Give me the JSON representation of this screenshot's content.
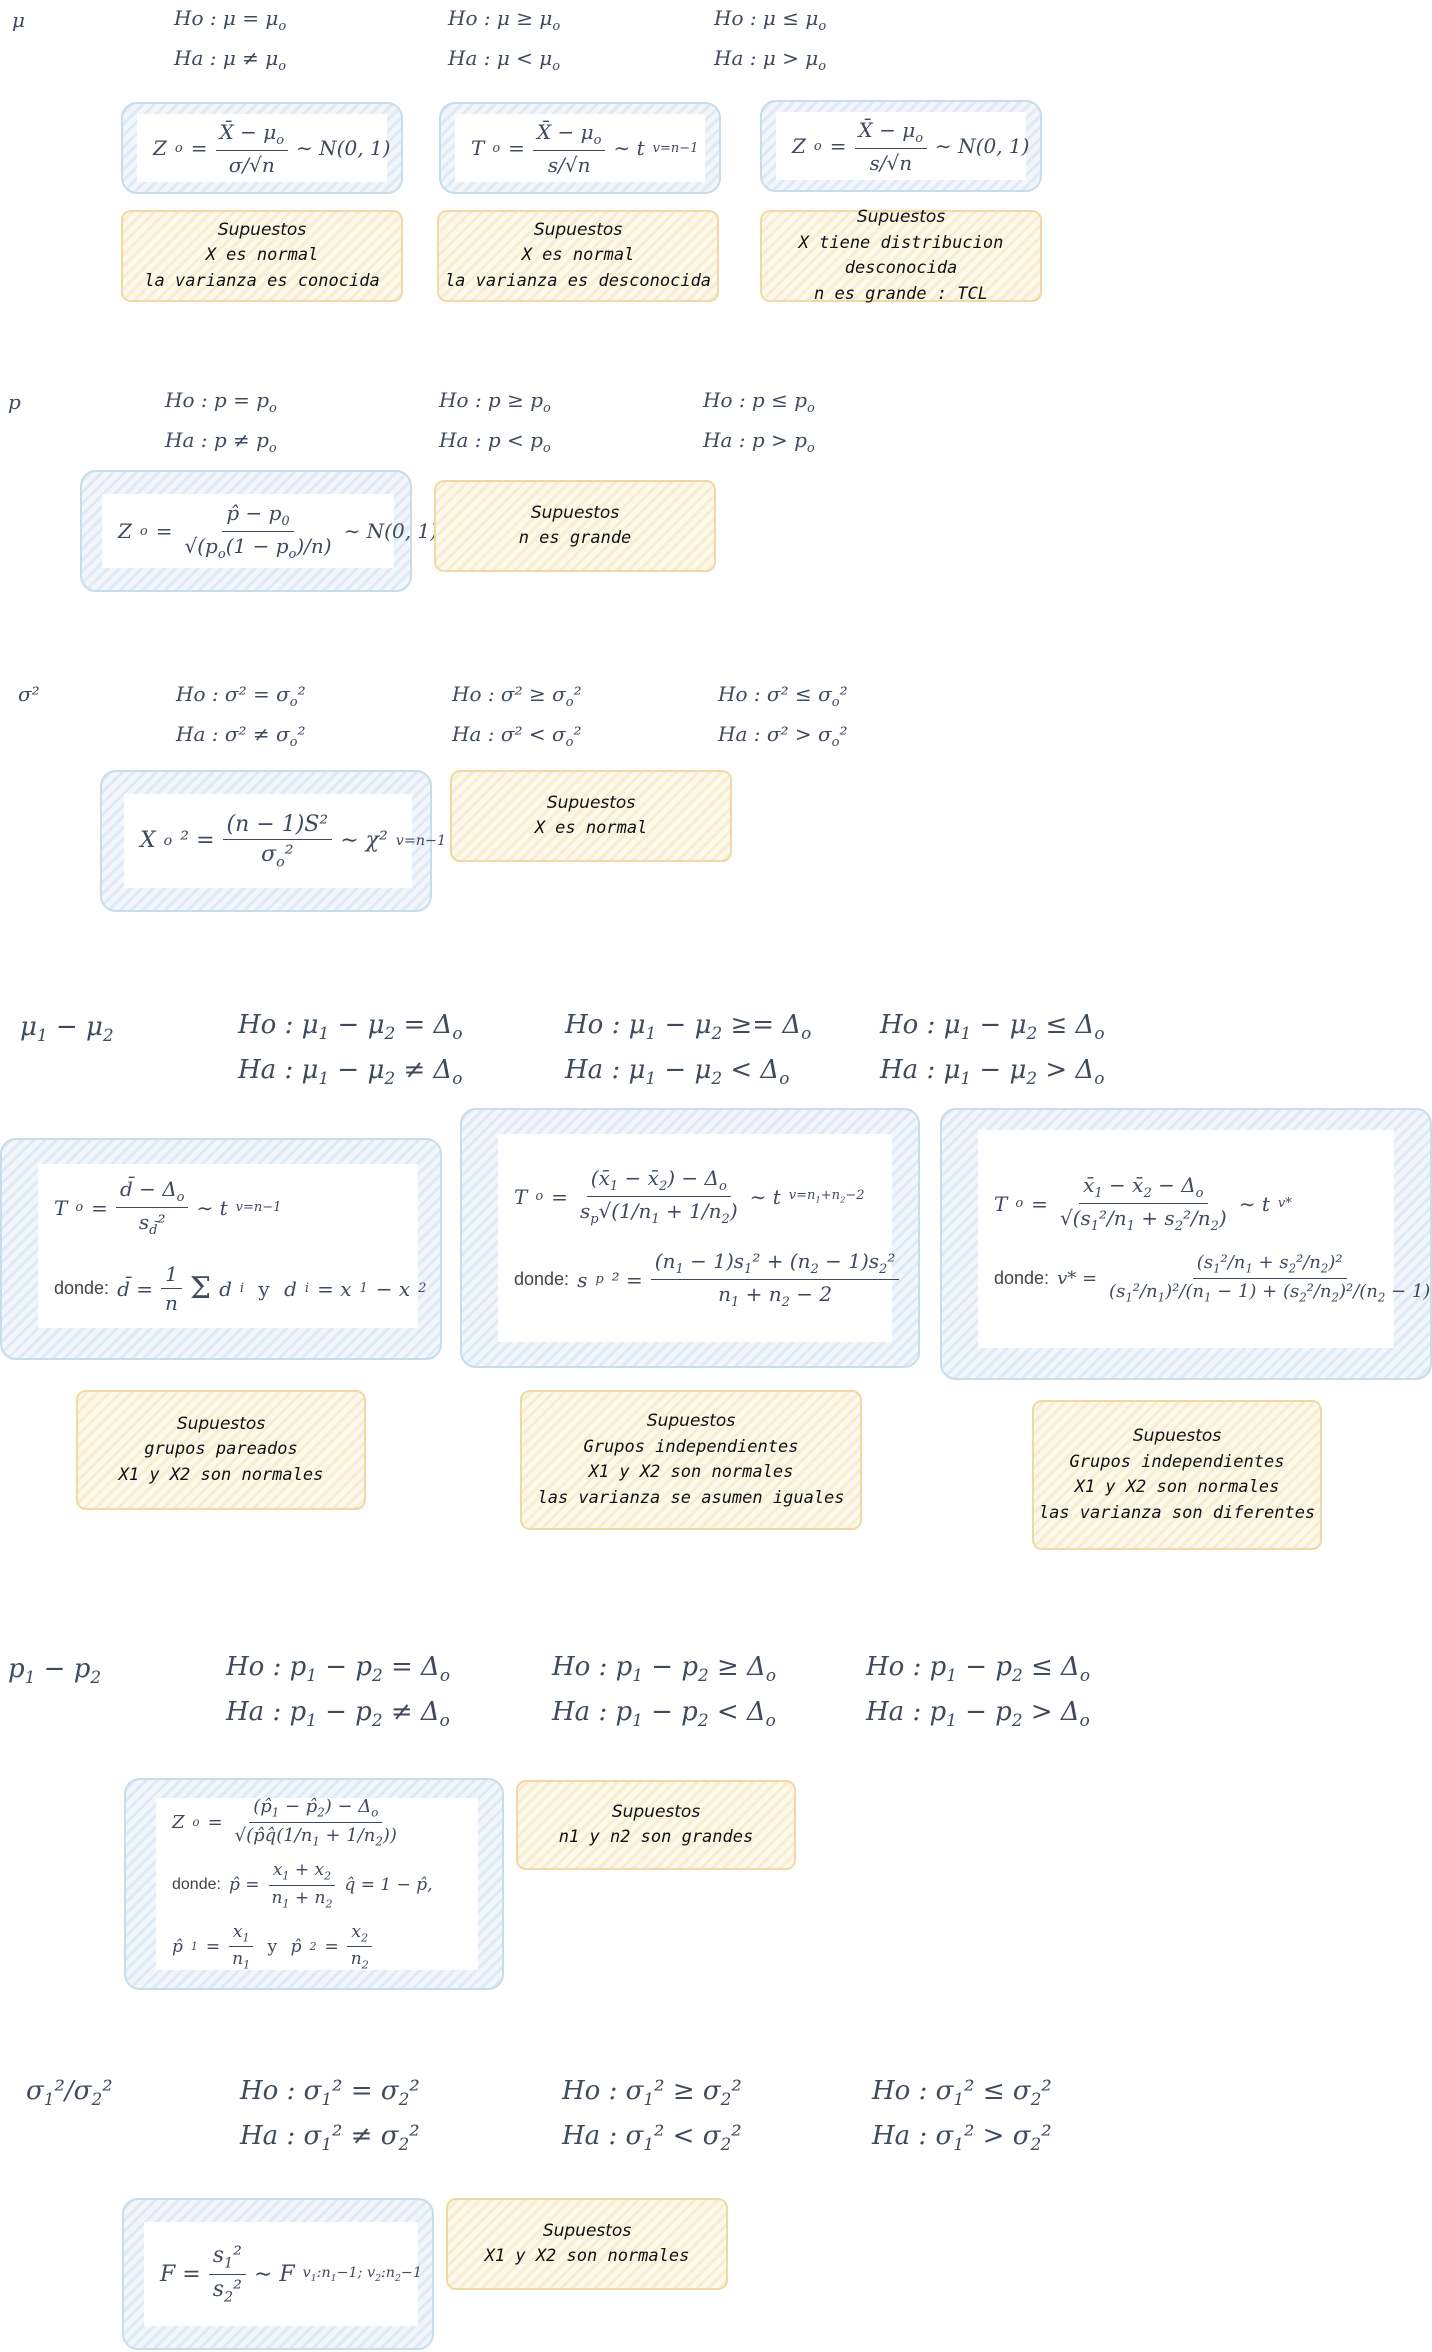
{
  "sections": [
    {
      "param": "μ",
      "hyp": [
        [
          "Ho : μ = μo",
          "Ha : μ ≠ μo"
        ],
        [
          "Ho : μ ≥ μo",
          "Ha : μ < μo"
        ],
        [
          "Ho : μ ≤ μo",
          "Ha : μ > μo"
        ]
      ],
      "formulas": [
        "Zo = (X̄ − μo) / (σ/√n) ∼ N(0, 1)",
        "To = (X̄ − μo) / (s/√n) ∼ t_{v=n−1}",
        "Zo = (X̄ − μo) / (s/√n) ∼ N(0, 1)"
      ],
      "notes": [
        [
          "Supuestos",
          "X es normal",
          "la varianza es conocida"
        ],
        [
          "Supuestos",
          "X es normal",
          "la varianza es desconocida"
        ],
        [
          "Supuestos",
          "X tiene distribucion desconocida",
          "n es grande : TCL"
        ]
      ]
    },
    {
      "param": "p",
      "hyp": [
        [
          "Ho : p = po",
          "Ha : p ≠ po"
        ],
        [
          "Ho : p ≥ po",
          "Ha : p < po"
        ],
        [
          "Ho : p ≤ po",
          "Ha : p > po"
        ]
      ],
      "formulas": [
        "Zo = (p̂ − p0) / √(po(1 − po)/n) ∼ N(0, 1)"
      ],
      "notes": [
        [
          "Supuestos",
          "n es grande"
        ]
      ]
    },
    {
      "param": "σ²",
      "hyp": [
        [
          "Ho : σ² = σo²",
          "Ha : σ² ≠ σo²"
        ],
        [
          "Ho : σ² ≥ σo²",
          "Ha : σ² < σo²"
        ],
        [
          "Ho : σ² ≤ σo²",
          "Ha : σ² > σo²"
        ]
      ],
      "formulas": [
        "Xo² = (n − 1)S² / σo² ∼ χ²_{v=n−1}"
      ],
      "notes": [
        [
          "Supuestos",
          "X es normal"
        ]
      ]
    },
    {
      "param": "μ1 − μ2",
      "hyp": [
        [
          "Ho : μ1 − μ2 = Δo",
          "Ha : μ1 − μ2 ≠ Δo"
        ],
        [
          "Ho : μ1 − μ2 ≥= Δo",
          "Ha : μ1 − μ2 < Δo"
        ],
        [
          "Ho : μ1 − μ2 ≤ Δo",
          "Ha : μ1 − μ2 > Δo"
        ]
      ],
      "donde_label": "donde:",
      "formulas": [
        "To = (d̄ − Δo) / s_d̄² ∼ t_{v=n−1} ; donde: d̄ = (1/n) Σ di y di = x1 − x2",
        "To = ((x̄1 − x̄2) − Δo) / (sp √(1/n1 + 1/n2)) ∼ t_{v=n1+n2−2} ; donde: sp² = ((n1 − 1)s1² + (n2 − 1)s2²) / (n1 + n2 − 2)",
        "To = (x̄1 − x̄2 − Δo) / √(s1²/n1 + s2²/n2) ∼ t_{v*} ; donde: v* = (s1²/n1 + s2²/n2)² / ((s1²/n1)²/(n1 − 1) + (s2²/n2)²/(n2 − 1))"
      ],
      "notes": [
        [
          "Supuestos",
          "grupos pareados",
          "X1 y X2 son normales"
        ],
        [
          "Supuestos",
          "Grupos independientes",
          "X1 y X2 son normales",
          "las varianza se asumen iguales"
        ],
        [
          "Supuestos",
          "Grupos independientes",
          "X1 y X2 son normales",
          "las varianza son diferentes"
        ]
      ]
    },
    {
      "param": "p1 − p2",
      "hyp": [
        [
          "Ho : p1 − p2 = Δo",
          "Ha : p1 − p2 ≠ Δo"
        ],
        [
          "Ho : p1 − p2 ≥ Δo",
          "Ha : p1 − p2 < Δo"
        ],
        [
          "Ho : p1 − p2 ≤ Δo",
          "Ha : p1 − p2 > Δo"
        ]
      ],
      "formulas": [
        "Zo = ((p̂1 − p̂2) − Δo) / √(p̂q̂(1/n1 + 1/n2)) ; donde: p̂ = (x1 + x2)/(n1 + n2) q̂ = 1 − p̂, p̂1 = x1/n1 y p̂2 = x2/n2"
      ],
      "notes": [
        [
          "Supuestos",
          "n1 y n2 son grandes"
        ]
      ]
    },
    {
      "param": "σ1²/σ2²",
      "hyp": [
        [
          "Ho : σ1² = σ2²",
          "Ha : σ1² ≠ σ2²"
        ],
        [
          "Ho : σ1² ≥ σ2²",
          "Ha : σ1² < σ2²"
        ],
        [
          "Ho : σ1² ≤ σ2²",
          "Ha : σ1² > σ2²"
        ]
      ],
      "formulas": [
        "F = s1² / s2² ∼ F_{v1:n1−1; v2:n2−1}"
      ],
      "notes": [
        [
          "Supuestos",
          "X1 y X2 son normales"
        ]
      ]
    }
  ]
}
